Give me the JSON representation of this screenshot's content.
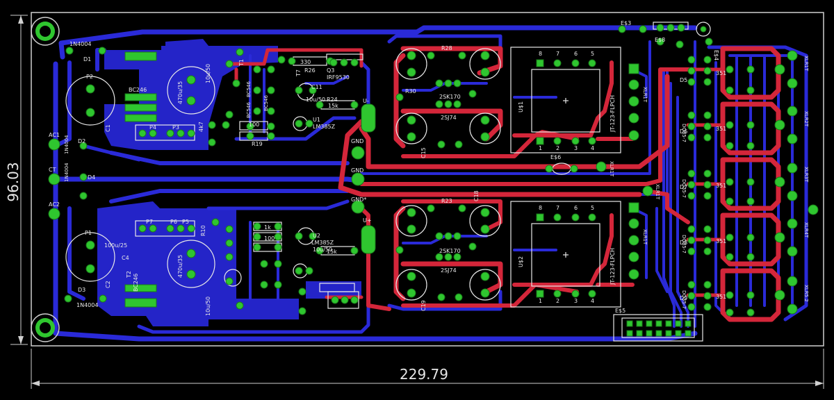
{
  "dimensions": {
    "width": "229.79",
    "height": "96.03"
  },
  "colors": {
    "top_copper": "#d4263a",
    "bottom_copper": "#2a2ad8",
    "pads": "#2fc62f",
    "silkscreen": "#e8e8e8",
    "background": "#000000"
  },
  "labels": {
    "d1_part": "1N4004",
    "d1": "D1",
    "d2": "D2",
    "d2_part": "1N4004",
    "d3": "D3",
    "d3_part": "1N4004",
    "d4": "D4",
    "d4_part": "1N4004",
    "ac1": "AC1",
    "ac2": "AC2",
    "ct": "CT",
    "p1": "P1",
    "p2": "P2",
    "p3": "P3",
    "p4": "P4",
    "p5": "P5",
    "p6": "P6",
    "p7": "P7",
    "c1": "C1",
    "c2": "C2",
    "c4": "C4",
    "c11": "C11",
    "c15": "C15",
    "c18": "C18",
    "c19": "C19",
    "cap_470a": "470u/35",
    "cap_470b": "470u/35",
    "cap_100": "100u/25",
    "cap_10a": "10u/50",
    "cap_10b": "10u/50",
    "cap_10c": "10u/50",
    "cap_10d": "10u/50",
    "bc_246a": "BC246",
    "bc_246b": "BC246",
    "bc546a": "BC546",
    "bc546b": "BC546",
    "bc546c": "BC546",
    "r19": "R19",
    "r26": "R26",
    "r28": "R28",
    "r23": "R23",
    "r30": "R30",
    "r24": "R24",
    "r10": "R10",
    "q3": "Q3",
    "q3_part": "IRF9530",
    "u1": "U1",
    "u1_part": "LM385Z",
    "u2": "U2",
    "u2_part": "LM385Z",
    "r_15k_a": "15k",
    "r_15k_b": "15k",
    "r_1k": "1k",
    "r_100a": "100",
    "r_100b": "100",
    "r_4k7": "4k7",
    "r_330": "330",
    "t1": "T1",
    "t2": "T2",
    "t7": "T7",
    "u_plus": "U+",
    "u_minus": "U-",
    "gnd1": "GND",
    "gnd2": "GND",
    "gnd3": "GND*",
    "ha1": "2SK170",
    "ha2": "2SJ74",
    "hb1": "2SK170",
    "hb2": "2SJ74",
    "us1": "U$1",
    "us2": "U$2",
    "fp1": "JT-123-FLPCH",
    "fp2": "JT-123-FLPCH",
    "pin_8": "8",
    "pin_7": "7",
    "pin_6": "6",
    "pin_5": "5",
    "pin_1": "1",
    "pin_2": "2",
    "pin_3": "3",
    "pin_4": "4",
    "es3": "E$3",
    "es4": "E$4",
    "es5": "E$5",
    "es6": "E$6",
    "es8": "E$8",
    "xlr": "XLR1T",
    "xlr_b": "XLR2T",
    "xlr_c": "XLR3T",
    "xlr_d": "XLR4T",
    "xlr_e": "XLR5.2",
    "d5": "D5",
    "d6": "D6",
    "d7": "D7",
    "d8": "D8",
    "d9": "D9",
    "val_351": "351",
    "do35": "DO35-7"
  }
}
